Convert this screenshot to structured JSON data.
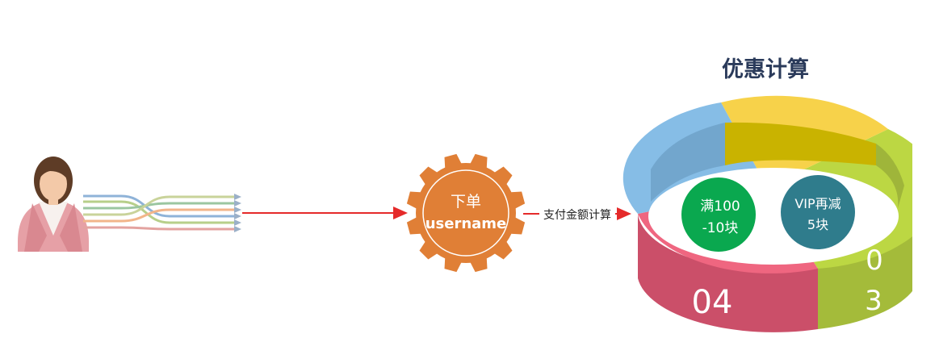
{
  "title": "优惠计算",
  "gear": {
    "line1": "下单",
    "line2": "username"
  },
  "arrow_label": "支付金额计算",
  "discounts": [
    {
      "label_line1": "满100",
      "label_line2": "-10块",
      "color": "#0aa84f"
    },
    {
      "label_line1": "VIP再减",
      "label_line2": "5块",
      "color": "#2f7c8c"
    }
  ],
  "ring_labels": {
    "pink": "04",
    "green_top": "0",
    "green_bottom": "3"
  },
  "colors": {
    "pink": "#e9607a",
    "yellow": "#f7d24a",
    "green": "#a8c43c",
    "blue": "#7fb8e2",
    "gear": "#e07f36",
    "arrow": "#e52a2a",
    "title": "#2a3a5a"
  },
  "icons": {
    "user": "businesswoman-icon",
    "gear": "gear-icon"
  }
}
